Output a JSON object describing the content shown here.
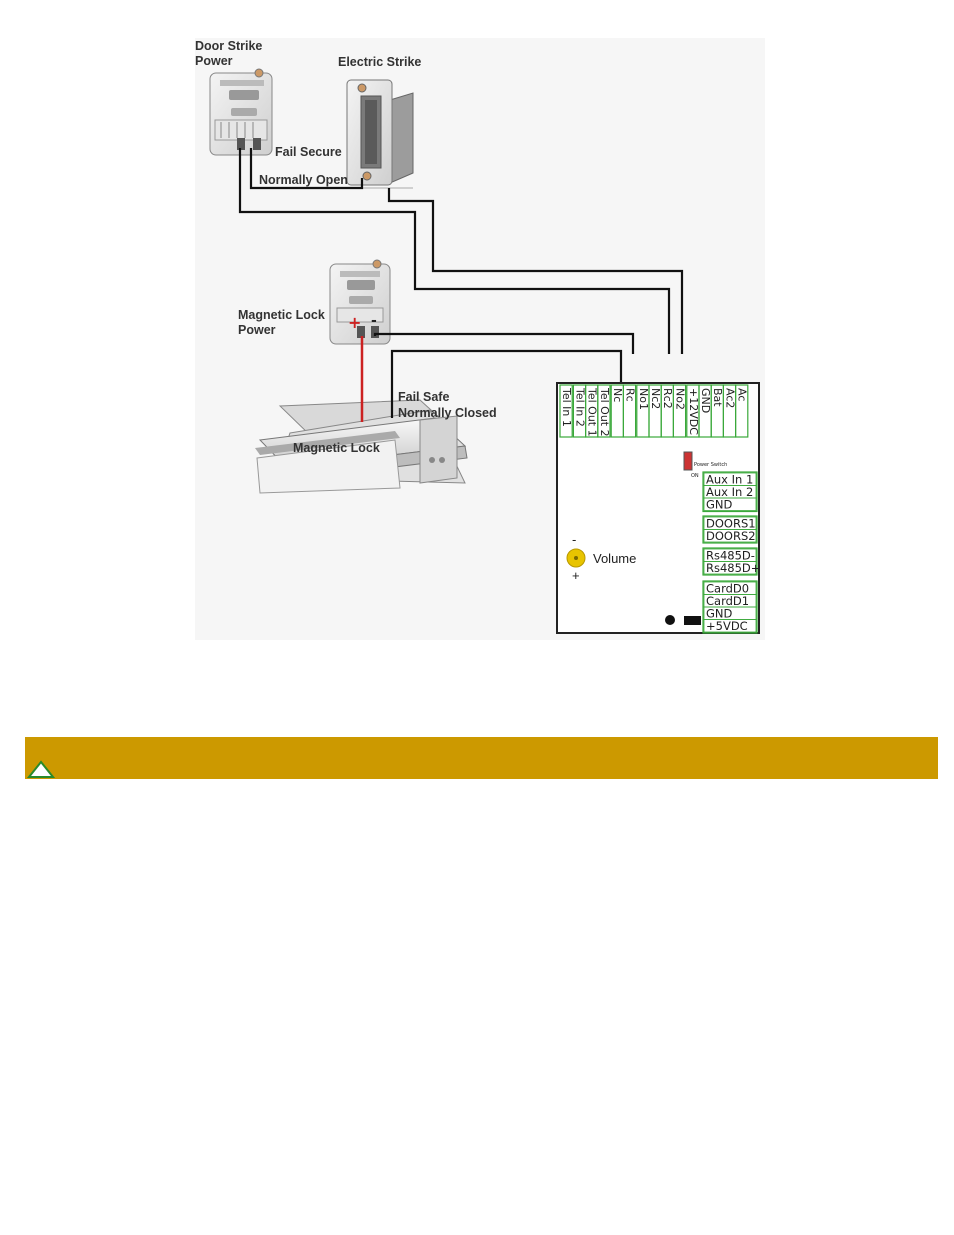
{
  "diagram": {
    "labels": {
      "door_strike_power_1": "Door Strike",
      "door_strike_power_2": "Power",
      "electric_strike": "Electric Strike",
      "fail_secure": "Fail Secure",
      "normally_open": "Normally Open",
      "mag_lock_power_1": "Magnetic Lock",
      "mag_lock_power_2": "Power",
      "fail_safe": "Fail Safe",
      "normally_closed": "Normally Closed",
      "magnetic_lock": "Magnetic Lock",
      "volume": "Volume",
      "vol_minus": "-",
      "vol_plus": "+",
      "power_switch": "Power Switch",
      "on": "ON"
    },
    "top_terminals": [
      "Tel In 1",
      "Tel In 2",
      "Tel Out 1",
      "Tel Out 2",
      "Nc",
      "Rc",
      "No1",
      "Nc2",
      "Rc2",
      "No2",
      "+12VDC",
      "GND",
      "Bat",
      "Ac2",
      "Ac"
    ],
    "right_terminals": {
      "aux": [
        "Aux In 1",
        "Aux In 2",
        "GND"
      ],
      "doors": [
        "DOORS1",
        "DOORS2"
      ],
      "rs485": [
        "Rs485D-",
        "Rs485D+"
      ],
      "card": [
        "CardD0",
        "CardD1",
        "GND",
        "+5VDC"
      ]
    },
    "colors": {
      "terminal_border": "#3aa83a",
      "wire": "#111111",
      "mag_wire": "#cc2222",
      "volume_knob": "#e8c400"
    }
  },
  "footer": {
    "bar_color": "#cc9900",
    "top_icon": "up-arrow-icon"
  }
}
